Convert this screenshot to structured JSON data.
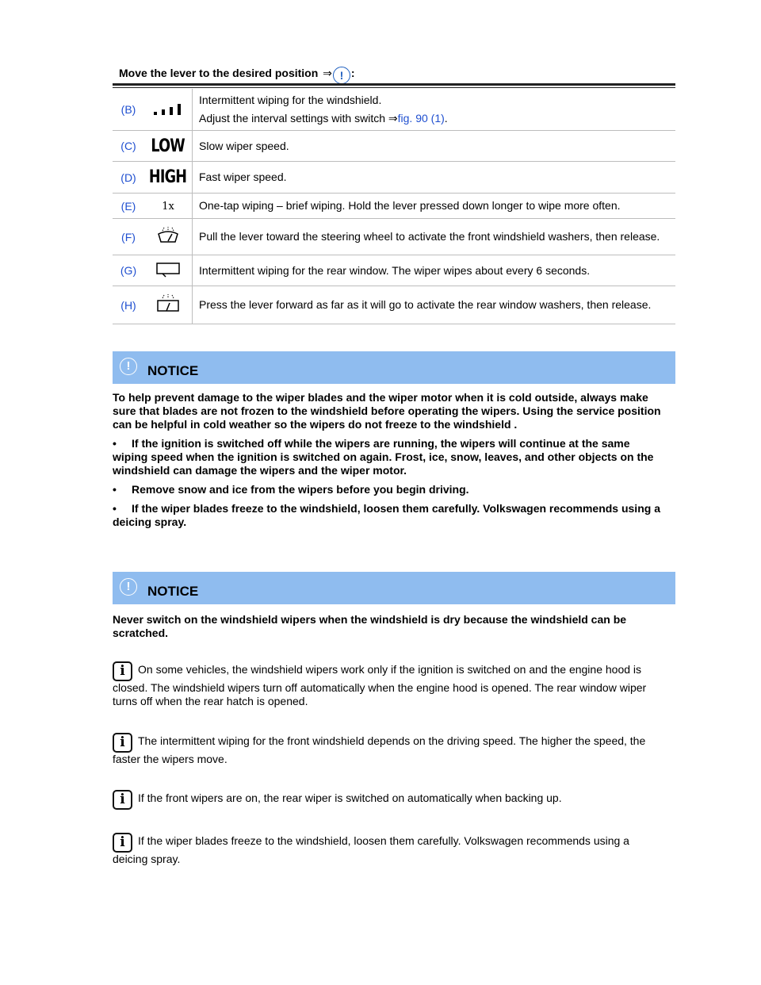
{
  "intro": {
    "text": "Move the lever to the desired position",
    "arrow": "⇒",
    "colon": ":"
  },
  "warning_symbol": "!",
  "rows": [
    {
      "key": "(B)",
      "symbol": "interval-bars-icon",
      "desc": "Intermittent wiping for the windshield.",
      "desc2": "Adjust the interval settings with switch",
      "arrow": "⇒",
      "link": "fig. 90 (1)",
      "end": "."
    },
    {
      "key": "(C)",
      "symbol_text": "LOW",
      "desc": "Slow wiper speed."
    },
    {
      "key": "(D)",
      "symbol_text": "HIGH",
      "desc": "Fast wiper speed."
    },
    {
      "key": "(E)",
      "symbol_text": "1x",
      "desc": "One-tap wiping – brief wiping. Hold the lever pressed down longer to wipe more often."
    },
    {
      "key": "(F)",
      "symbol": "front-washer-icon",
      "desc": "Pull the lever toward the steering wheel to activate the front windshield washers, then release."
    },
    {
      "key": "(G)",
      "symbol": "rear-wiper-icon",
      "desc": "Intermittent wiping for the rear window. The wiper wipes about every 6 seconds."
    },
    {
      "key": "(H)",
      "symbol": "rear-washer-icon",
      "desc": "Press the lever forward as far as it will go to activate the rear window washers, then release."
    }
  ],
  "notice1": {
    "label": "NOTICE",
    "body": "To help prevent damage to the wiper blades and the wiper motor when it is cold outside, always make sure that blades are not frozen to the windshield before operating the wipers. Using the service position can be helpful in cold weather so the wipers do not freeze to the windshield .",
    "bullets": [
      "If the ignition is switched off while the wipers are running, the wipers will continue at the same wiping speed when the ignition is switched on again. Frost, ice, snow, leaves, and other objects on the windshield can damage the wipers and the wiper motor.",
      "Remove snow and ice from the wipers before you begin driving.",
      "If the wiper blades freeze to the windshield, loosen them carefully. Volkswagen recommends using a deicing spray."
    ],
    "bullet_char": "•"
  },
  "notice2": {
    "label": "NOTICE",
    "body": "Never switch on the windshield wipers when the windshield is dry because the windshield can be scratched."
  },
  "info_symbol": "i",
  "notes": [
    "On some vehicles, the windshield wipers work only if the ignition is switched on and the engine hood is closed. The windshield wipers turn off automatically when the engine hood is opened. The rear window wiper turns off when the rear hatch is opened.",
    "The intermittent wiping for the front windshield depends on the driving speed. The higher the speed, the faster the wipers move.",
    "If the front wipers are on, the rear wiper is switched on automatically when backing up.",
    "If the wiper blades freeze to the windshield, loosen them carefully. Volkswagen recommends using a deicing spray."
  ]
}
